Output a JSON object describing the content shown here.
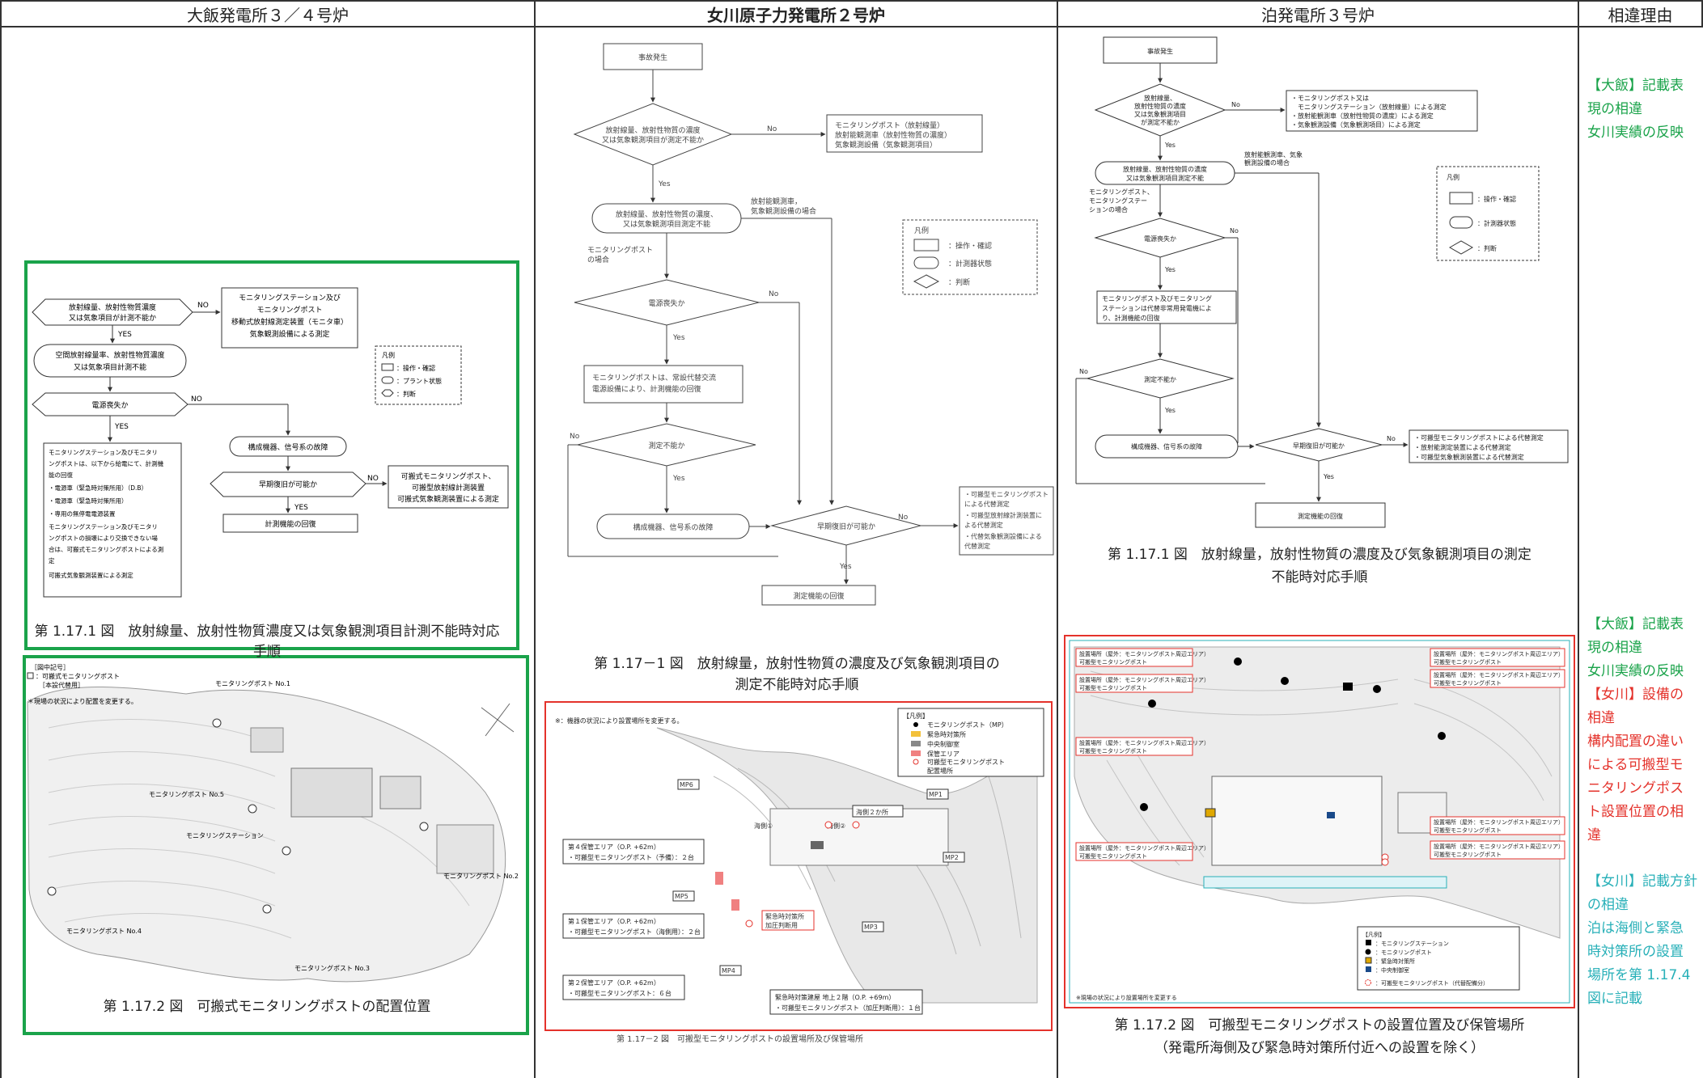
{
  "headers": {
    "ohi": "大飯発電所３／４号炉",
    "onagawa": "女川原子力発電所２号炉",
    "tomari": "泊発電所３号炉",
    "reason": "相違理由"
  },
  "ohi": {
    "flow": {
      "d1": [
        "放射線量、放射性物質濃度",
        "又は気象項目が計測不能か"
      ],
      "no1": "NO",
      "box1": [
        "モニタリングステーション及び",
        "モニタリングポスト",
        "移動式放射線測定装置（モニタ車）",
        "気象観測設備による測定"
      ],
      "yes1": "YES",
      "o1": [
        "空間放射線量率、放射性物質濃度",
        "又は気象項目計測不能"
      ],
      "d2": "電源喪失か",
      "no2": "NO",
      "yes2": "YES",
      "box_left": [
        "モニタリングステーション及びモニタリ",
        "ングポストは、以下から給電にて、計測機",
        "能の回復",
        "・電源車（緊急時対策所用）（D.B）",
        "・電源車（緊急時対策所用）",
        "・専用の無停電電源装置",
        "モニタリングステーション及びモニタリ",
        "ングポストの損壊により交換できない場",
        "合は、可搬式モニタリングポストによる測",
        "定",
        "可搬式気象観測装置による測定"
      ],
      "o2": "構成機器、信号系の故障",
      "d3": "早期復旧が可能か",
      "no3": "NO",
      "box_right": [
        "可搬式モニタリングポスト、",
        "可搬型放射線計測装置",
        "可搬式気象観測装置による測定"
      ],
      "yes3": "YES",
      "box_end": "計測機能の回復",
      "legend": {
        "title": "凡例",
        "items": [
          "：操作・確認",
          "：プラント状態",
          "：判断"
        ]
      }
    },
    "caption1": "第 1.17.1 図　放射線量、放射性物質濃度又は気象観測項目計測不能時対応手順",
    "map": {
      "legend_title": "［図中記号］",
      "legend_item": [
        "：可搬式モニタリングポスト",
        "［本設代替用］"
      ],
      "note": "＊現場の状況により配置を変更する。",
      "labels": [
        "モニタリングポスト No.1",
        "モニタリングポスト No.5",
        "モニタリングステーション",
        "モニタリングポスト No.2",
        "モニタリングポスト No.4",
        "モニタリングポスト No.3"
      ]
    },
    "caption2": "第 1.17.2 図　可搬式モニタリングポストの配置位置"
  },
  "onagawa": {
    "flow": {
      "start": "事故発生",
      "d1": [
        "放射線量、放射性物質の濃度",
        "又は気象観測項目が測定不能か"
      ],
      "no1": "No",
      "box1": [
        "モニタリングポスト（放射線量）",
        "放射能観測車（放射性物質の濃度）",
        "気象観測設備（気象観測項目）"
      ],
      "yes1": "Yes",
      "o1": [
        "放射線量、放射性物質の濃度、",
        "又は気象観測項目測定不能"
      ],
      "side1": [
        "放射能観測車，",
        "気象観測設備の場合"
      ],
      "side2": [
        "モニタリングポスト",
        "の場合"
      ],
      "d2": "電源喪失か",
      "no2": "No",
      "yes2": "Yes",
      "box2": [
        "モニタリングポストは、常設代替交流",
        "電源設備により、計測機能の回復"
      ],
      "no3": "No",
      "d3": "測定不能か",
      "yes3": "Yes",
      "o2": "構成機器、信号系の故障",
      "d4": "早期復旧が可能か",
      "no4": "No",
      "box_right": [
        "・可搬型モニタリングポスト",
        "による代替測定",
        "・可搬型放射線計測装置に",
        "よる代替測定",
        "・代替気象観測設備による",
        "代替測定"
      ],
      "yes4": "Yes",
      "box_end": "測定機能の回復",
      "legend": {
        "title": "凡例",
        "items": [
          "：操作・確認",
          "：計測器状態",
          "：判断"
        ]
      }
    },
    "caption1": [
      "第 1.17－1 図　放射線量，放射性物質の濃度及び気象観測項目の",
      "測定不能時対応手順"
    ],
    "map": {
      "note": "※：機器の状況により設置場所を変更する。",
      "legend_title": "【凡例】",
      "legend_items": [
        "モニタリングポスト（MP）",
        "緊急時対策所",
        "中央制御室",
        "保管エリア",
        "可搬型モニタリングポスト",
        "配置場所"
      ],
      "labels": [
        "海側２か所",
        "海側①",
        "海側②",
        "MP1",
        "MP2",
        "MP3",
        "MP4",
        "MP5",
        "MP6",
        "緊急時対策所",
        "加圧判断用"
      ],
      "boxes": [
        [
          "第４保管エリア（O.P. +62m）",
          "・可搬型モニタリングポスト（予備）：２台"
        ],
        [
          "第１保管エリア（O.P. +62m）",
          "・可搬型モニタリングポスト（海側用）：２台"
        ],
        [
          "第２保管エリア（O.P. +62m）",
          "・可搬型モニタリングポスト：６台"
        ],
        [
          "緊急時対策建屋 地上２階（O.P. +69m）",
          "・可搬型モニタリングポスト（加圧判断用）：１台"
        ]
      ]
    },
    "caption2": "第 1.17－2 図　可搬型モニタリングポストの設置場所及び保管場所"
  },
  "tomari": {
    "flow": {
      "start": "事故発生",
      "d1": [
        "放射線量、",
        "放射性物質の濃度",
        "又は気象観測項目",
        "が測定不能か"
      ],
      "no1": "No",
      "box1": [
        "・モニタリングポスト又は",
        "　モニタリングステーション（放射線量）による測定",
        "・放射能観測車（放射性物質の濃度）による測定",
        "・気象観測設備（気象観測項目）による測定"
      ],
      "yes1": "Yes",
      "side1": [
        "放射能観測車、気象",
        "観測設備の場合"
      ],
      "o1": [
        "放射線量、放射性物質の濃度",
        "又は気象観測項目測定不能"
      ],
      "side2": [
        "モニタリングポスト、",
        "モニタリングステー",
        "ションの場合"
      ],
      "d2": "電源喪失か",
      "no2": "No",
      "yes2": "Yes",
      "box2": [
        "モニタリングポスト及びモニタリング",
        "ステーションは代替非常用発電機によ",
        "り、計測機能の回復"
      ],
      "no3": "No",
      "d3": "測定不能か",
      "yes3": "Yes",
      "o2": "構成機器、信号系の故障",
      "d4": "早期復旧が可能か",
      "no4": "No",
      "box_right": [
        "・可搬型モニタリングポストによる代替測定",
        "・放射能測定装置による代替測定",
        "・可搬型気象観測装置による代替測定"
      ],
      "yes4": "Yes",
      "box_end": "測定機能の回復",
      "legend": {
        "title": "凡例",
        "items": [
          "：操作・確認",
          "：計測器状態",
          "：判断"
        ]
      }
    },
    "caption1": [
      "第 1.17.1 図　放射線量，放射性物質の濃度及び気象観測項目の測定",
      "不能時対応手順"
    ],
    "map": {
      "callouts": [
        "設置場所（屋外：モニタリングポスト周辺エリア）",
        "可搬型モニタリングポスト"
      ],
      "legend_title": "【凡例】",
      "legend_items": [
        "：モニタリングステーション",
        "：モニタリングポスト",
        "：緊急時対策所",
        "：中央制御室",
        "：可搬型モニタリングポスト（代替配備分）"
      ],
      "note": "※現場の状況により設置場所を変更する"
    },
    "caption2": [
      "第 1.17.2 図　可搬型モニタリングポストの設置位置及び保管場所",
      "（発電所海側及び緊急時対策所付近への設置を除く）"
    ]
  },
  "reasons": {
    "r1": [
      "【大飯】記載表",
      "現の相違",
      "女川実績の反映"
    ],
    "r2a": [
      "【大飯】記載表",
      "現の相違",
      "女川実績の反映"
    ],
    "r2b": [
      "【女川】設備の",
      "相違",
      "構内配置の違い",
      "による可搬型モ",
      "ニタリングポス",
      "ト設置位置の相",
      "違"
    ],
    "r2c": [
      "【女川】記載方針",
      "の相違",
      "泊は海側と緊急",
      "時対策所の設置",
      "場所を第 1.17.4",
      "図に記載"
    ]
  },
  "colors": {
    "green": "#1aa34a",
    "red": "#e4322b",
    "teal": "#28b0b8",
    "border": "#333333"
  }
}
